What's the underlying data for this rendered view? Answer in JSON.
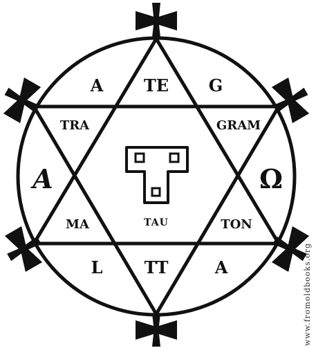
{
  "outer_ring": {
    "letters": [
      "A",
      "TE",
      "G",
      "Ω",
      "A",
      "TT",
      "L",
      "A"
    ]
  },
  "star_inner": {
    "top_left": "TRA",
    "top_right": "GRAM",
    "bottom_left": "MA",
    "bottom_right": "TON",
    "center": "TAU"
  },
  "watermark": "www.fromoldbooks.org",
  "colors": {
    "ink": "#111111",
    "background": "#ffffff"
  }
}
